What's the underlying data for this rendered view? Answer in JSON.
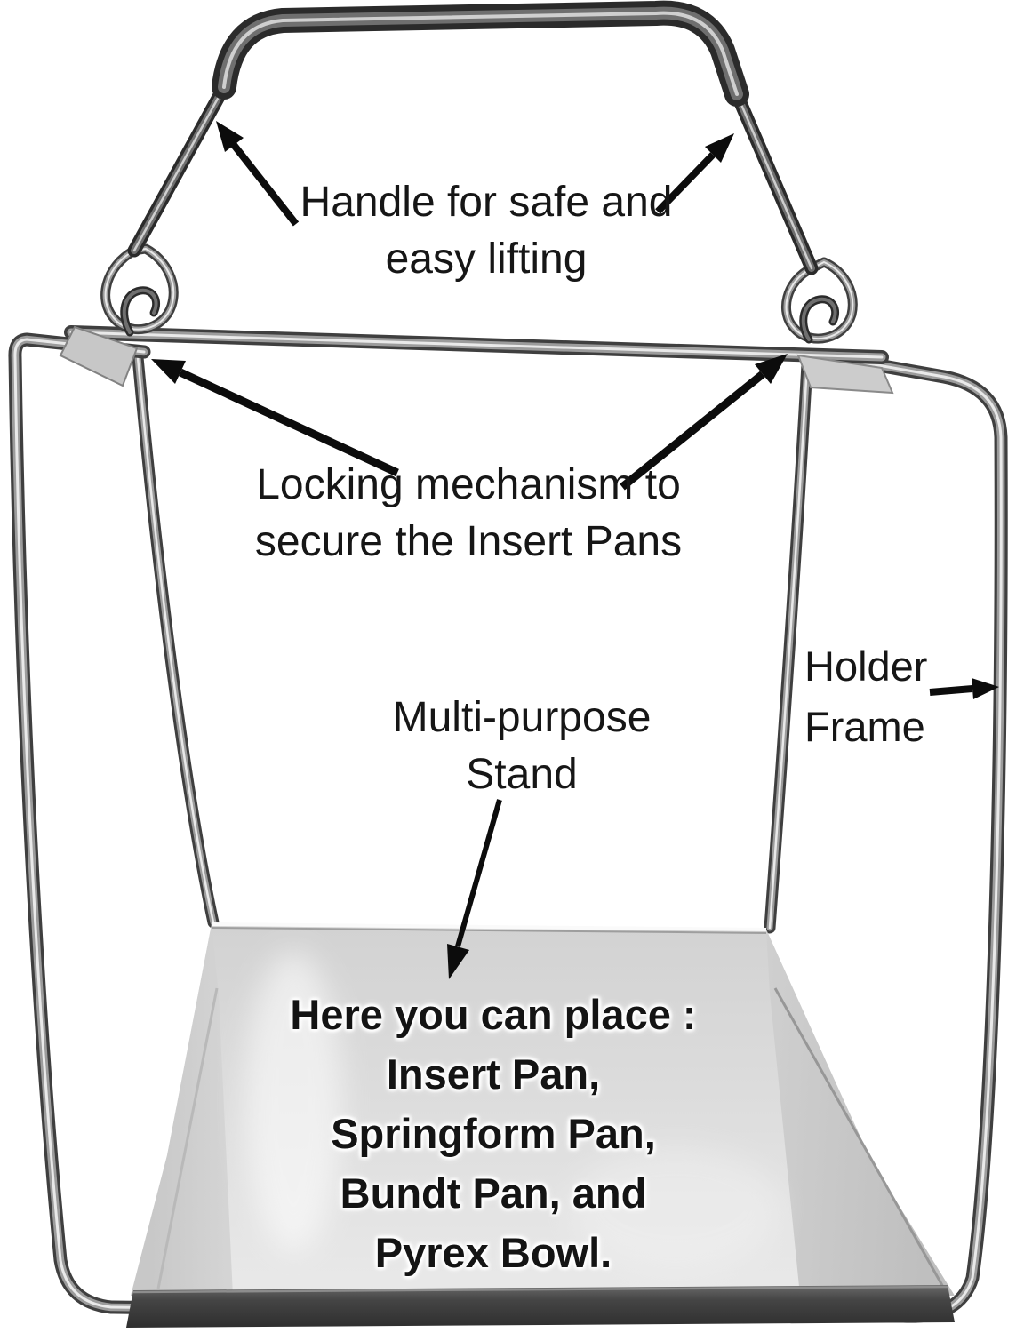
{
  "image_type": "annotated product diagram",
  "product_name": "Multi-purpose pan holder stand with lifting handle",
  "labels": {
    "handle": {
      "line1": "Handle for safe and",
      "line2": "easy lifting"
    },
    "locking": {
      "line1": "Locking mechanism to",
      "line2": "secure the Insert Pans"
    },
    "stand": {
      "line1": "Multi-purpose",
      "line2": "Stand"
    },
    "holder": {
      "line1": "Holder",
      "line2": "Frame"
    },
    "plate": {
      "lines": [
        "Here you can place :",
        "Insert Pan,",
        "Springform Pan,",
        "Bundt Pan, and",
        "Pyrex Bowl."
      ]
    }
  },
  "colors": {
    "background": "#ffffff",
    "annotation_text": "#161616",
    "plate_text": "#141414",
    "plate_text_glow": "#ffffff",
    "arrow": "#0c0c0c",
    "wire_dark": "#3f3f3f",
    "wire_mid": "#9c9c9c",
    "wire_highlight": "#e9e9e9",
    "handle_dark": "#2b2b2b",
    "plate_light": "#e6e6e6",
    "plate_mid": "#c6c6c6",
    "plate_lip_dark": "#383838"
  },
  "parts": [
    {
      "name": "handle",
      "annotation": "Handle for safe and easy lifting"
    },
    {
      "name": "locking-mechanism",
      "annotation": "Locking mechanism to secure the Insert Pans"
    },
    {
      "name": "holder-frame",
      "annotation": "Holder Frame"
    },
    {
      "name": "multi-purpose-stand",
      "annotation": "Multi-purpose Stand — Here you can place : Insert Pan, Springform Pan, Bundt Pan, and Pyrex Bowl."
    }
  ]
}
